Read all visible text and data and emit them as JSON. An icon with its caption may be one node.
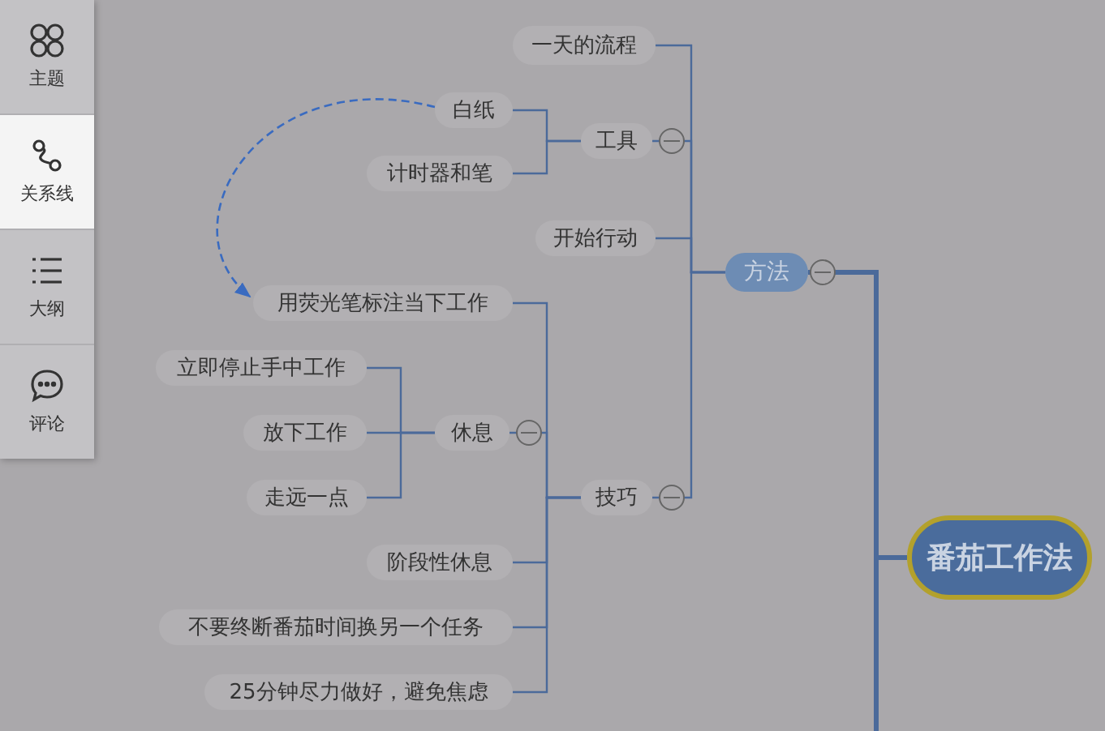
{
  "diagram": {
    "nodes": [
      {
        "text": [
          "番茄工作法"
        ]
      },
      {
        "text": [
          "方法"
        ]
      },
      {
        "text": [
          "一天的流程"
        ]
      },
      {
        "text": [
          "工具"
        ]
      },
      {
        "text": [
          "白纸"
        ]
      },
      {
        "text": [
          "计时器和笔"
        ]
      },
      {
        "text": [
          "开始行动"
        ]
      },
      {
        "text": [
          "技巧"
        ]
      },
      {
        "text": [
          "用荧光笔标注当下工作"
        ]
      },
      {
        "text": [
          "休息"
        ]
      },
      {
        "text": [
          "立即停止手中工作"
        ]
      },
      {
        "text": [
          "放下工作"
        ]
      },
      {
        "text": [
          "走远一点"
        ]
      },
      {
        "text": [
          "阶段性休息"
        ]
      },
      {
        "text": [
          "不要终断番茄时间换另一个任务"
        ]
      },
      {
        "text": [
          "25分钟尽力做好，避免焦虑"
        ]
      }
    ],
    "edges": [
      {
        "from": 0,
        "to": 1,
        "arrow": "none",
        "style": "thick"
      },
      {
        "from": 1,
        "to": 2,
        "arrow": "none"
      },
      {
        "from": 1,
        "to": 3,
        "arrow": "none"
      },
      {
        "from": 1,
        "to": 6,
        "arrow": "none"
      },
      {
        "from": 1,
        "to": 7,
        "arrow": "none"
      },
      {
        "from": 3,
        "to": 4,
        "arrow": "none"
      },
      {
        "from": 3,
        "to": 5,
        "arrow": "none"
      },
      {
        "from": 7,
        "to": 8,
        "arrow": "none"
      },
      {
        "from": 7,
        "to": 9,
        "arrow": "none"
      },
      {
        "from": 7,
        "to": 13,
        "arrow": "none"
      },
      {
        "from": 7,
        "to": 14,
        "arrow": "none"
      },
      {
        "from": 7,
        "to": 15,
        "arrow": "none"
      },
      {
        "from": 9,
        "to": 10,
        "arrow": "none"
      },
      {
        "from": 9,
        "to": 11,
        "arrow": "none"
      },
      {
        "from": 9,
        "to": 12,
        "arrow": "none"
      },
      {
        "from": 4,
        "to": 8,
        "arrow": "to",
        "style": "dashed",
        "color": "#3a6bc0"
      }
    ],
    "labels": [
      "主题",
      "关系线",
      "大纲",
      "评论"
    ]
  }
}
